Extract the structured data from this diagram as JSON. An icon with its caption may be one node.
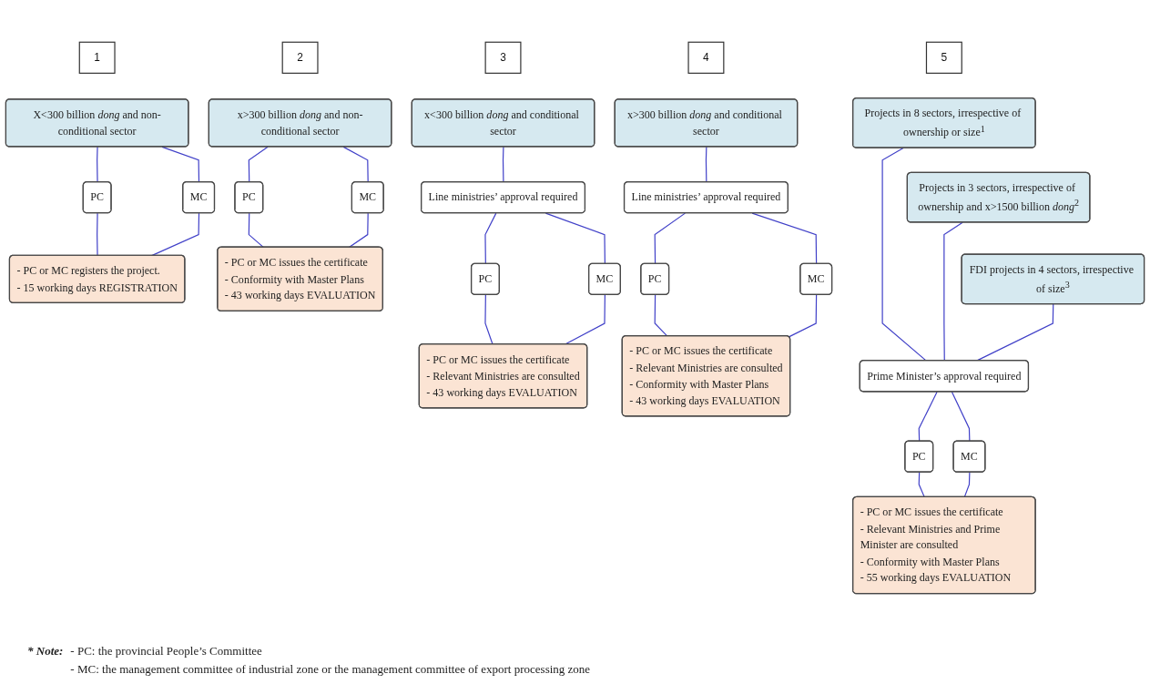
{
  "diagram": {
    "nodes": [
      {
        "text": [
          "1"
        ]
      },
      {
        "text": [
          "X<300 billion *dong* and non-conditional sector"
        ]
      },
      {
        "text": [
          "PC"
        ]
      },
      {
        "text": [
          "MC"
        ]
      },
      {
        "text": [
          "- PC or MC registers the project.",
          "- 15 working days REGISTRATION"
        ]
      },
      {
        "text": [
          "2"
        ]
      },
      {
        "text": [
          "x>300 billion *dong* and non-conditional sector"
        ]
      },
      {
        "text": [
          "PC"
        ]
      },
      {
        "text": [
          "MC"
        ]
      },
      {
        "text": [
          "- PC or MC issues the certificate",
          "- Conformity with Master Plans",
          "- 43 working days EVALUATION"
        ]
      },
      {
        "text": [
          "3"
        ]
      },
      {
        "text": [
          "x<300 billion *dong* and conditional sector"
        ]
      },
      {
        "text": [
          "Line ministries’ approval required"
        ]
      },
      {
        "text": [
          "PC"
        ]
      },
      {
        "text": [
          "MC"
        ]
      },
      {
        "text": [
          "- PC or MC issues the certificate",
          "- Relevant Ministries are consulted",
          "- 43 working days EVALUATION"
        ]
      },
      {
        "text": [
          "4"
        ]
      },
      {
        "text": [
          "x>300 billion *dong* and conditional sector"
        ]
      },
      {
        "text": [
          "Line ministries’ approval required"
        ]
      },
      {
        "text": [
          "PC"
        ]
      },
      {
        "text": [
          "MC"
        ]
      },
      {
        "text": [
          "- PC or MC issues the certificate",
          "- Relevant Ministries are consulted",
          "- Conformity with Master Plans",
          "- 43 working days EVALUATION"
        ]
      },
      {
        "text": [
          "5"
        ]
      },
      {
        "text": [
          "Projects in 8 sectors, irrespective of ownership or size$^{1}$"
        ]
      },
      {
        "text": [
          "Projects in 3 sectors, irrespective of ownership and x>1500 billion *dong*$^{2}$"
        ]
      },
      {
        "text": [
          "FDI projects in 4 sectors, irrespective of size$^{3}$"
        ]
      },
      {
        "text": [
          "Prime Minister’s approval required"
        ]
      },
      {
        "text": [
          "PC"
        ]
      },
      {
        "text": [
          "MC"
        ]
      },
      {
        "text": [
          "- PC or MC issues the certificate",
          "- Relevant Ministries and Prime Minister are consulted",
          "- Conformity with Master Plans",
          "- 55 working days EVALUATION"
        ]
      }
    ],
    "edges": [
      {
        "from": 1,
        "to": 2,
        "arrow": "none"
      },
      {
        "from": 1,
        "to": 3,
        "arrow": "none"
      },
      {
        "from": 2,
        "to": 4,
        "arrow": "none"
      },
      {
        "from": 3,
        "to": 4,
        "arrow": "none"
      },
      {
        "from": 6,
        "to": 7,
        "arrow": "none"
      },
      {
        "from": 6,
        "to": 8,
        "arrow": "none"
      },
      {
        "from": 7,
        "to": 9,
        "arrow": "none"
      },
      {
        "from": 8,
        "to": 9,
        "arrow": "none"
      },
      {
        "from": 11,
        "to": 12,
        "arrow": "none"
      },
      {
        "from": 12,
        "to": 13,
        "arrow": "none"
      },
      {
        "from": 12,
        "to": 14,
        "arrow": "none"
      },
      {
        "from": 13,
        "to": 15,
        "arrow": "none"
      },
      {
        "from": 14,
        "to": 15,
        "arrow": "none"
      },
      {
        "from": 17,
        "to": 18,
        "arrow": "none"
      },
      {
        "from": 18,
        "to": 19,
        "arrow": "none"
      },
      {
        "from": 18,
        "to": 20,
        "arrow": "none"
      },
      {
        "from": 19,
        "to": 21,
        "arrow": "none"
      },
      {
        "from": 20,
        "to": 21,
        "arrow": "none"
      },
      {
        "from": 23,
        "to": 26,
        "arrow": "none"
      },
      {
        "from": 24,
        "to": 26,
        "arrow": "none"
      },
      {
        "from": 25,
        "to": 26,
        "arrow": "none"
      },
      {
        "from": 26,
        "to": 27,
        "arrow": "none"
      },
      {
        "from": 26,
        "to": 28,
        "arrow": "none"
      },
      {
        "from": 27,
        "to": 29,
        "arrow": "none"
      },
      {
        "from": 28,
        "to": 29,
        "arrow": "none"
      }
    ],
    "labels": [
      "* Note:",
      "- PC: the provincial People’s Committee",
      "- MC: the management committee of industrial zone or the management committee of export processing zone"
    ]
  }
}
